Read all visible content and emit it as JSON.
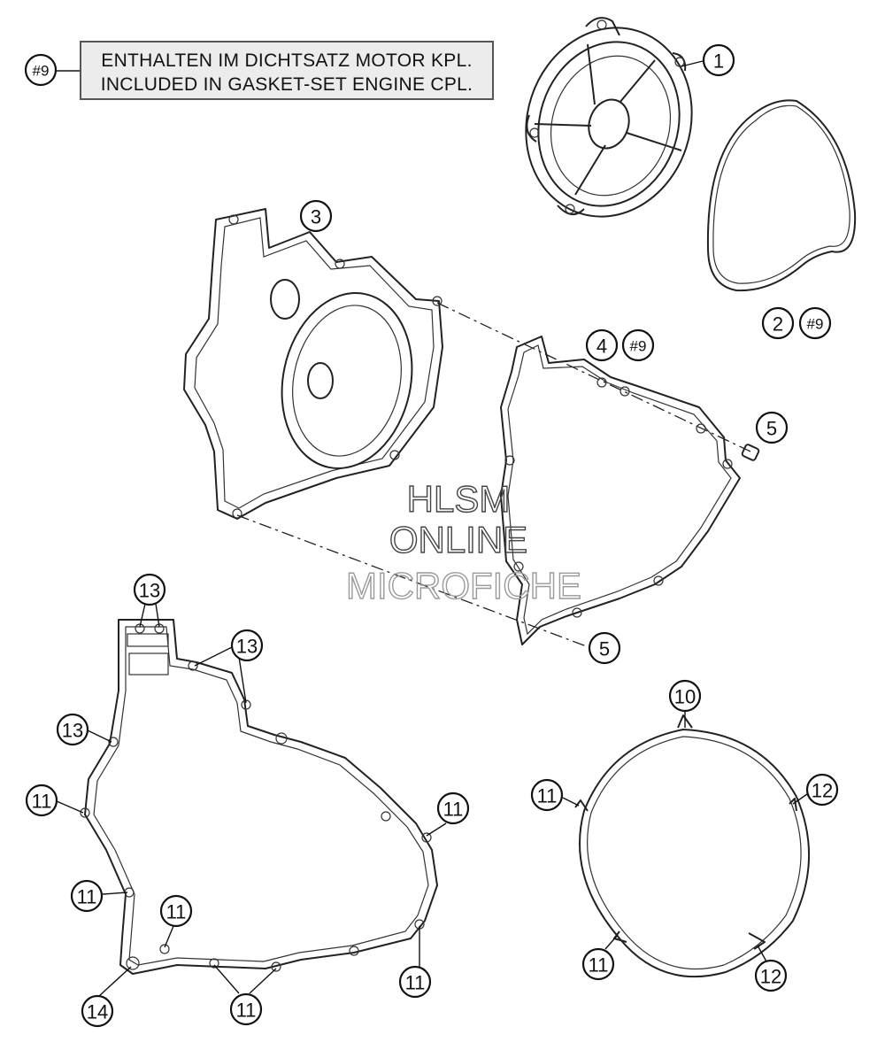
{
  "note": {
    "ref": "#9",
    "line1": "ENTHALTEN IM DICHTSATZ MOTOR KPL.",
    "line2": "INCLUDED IN GASKET-SET ENGINE CPL."
  },
  "callouts": {
    "c1": "1",
    "c2": "2",
    "c2ref": "#9",
    "c3": "3",
    "c4": "4",
    "c4ref": "#9",
    "c5a": "5",
    "c5b": "5",
    "c13a": "13",
    "c13b": "13",
    "c13c": "13",
    "c11a": "11",
    "c11b": "11",
    "c11c": "11",
    "c11d": "11",
    "c11e": "11",
    "c11f": "11",
    "c14": "14",
    "c10": "10",
    "c12a": "12",
    "c12b": "12",
    "c11g": "11",
    "c11h": "11"
  },
  "watermark": {
    "line1": "HLSM",
    "line2": "ONLINE",
    "line3": "MICROFICHE"
  },
  "colors": {
    "ink": "#111111",
    "watermark_dark": "#444444",
    "watermark_light": "#9a9a9a",
    "note_bg": "#ececec"
  }
}
